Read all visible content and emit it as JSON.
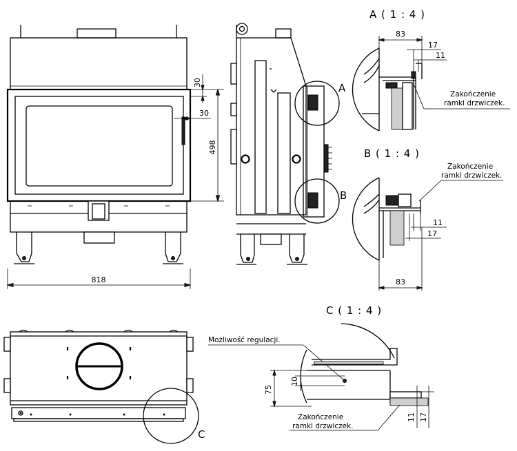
{
  "front_view": {
    "dim_width": "818",
    "dim_height": "498",
    "dim_frame_top": "30",
    "dim_frame_side": "30"
  },
  "side_view": {
    "callout_a": "A",
    "callout_b": "B"
  },
  "detail_a": {
    "title": "A ( 1 : 4 )",
    "dim_83": "83",
    "dim_17": "17",
    "dim_11": "11",
    "note_line1": "Zakończenie",
    "note_line2": "ramki drzwiczek."
  },
  "detail_b": {
    "title": "B ( 1 : 4 )",
    "note_line1": "Zakończenie",
    "note_line2": "ramki drzwiczek.",
    "dim_11": "11",
    "dim_17": "17",
    "dim_83": "83"
  },
  "top_view": {
    "callout_c": "C"
  },
  "detail_c": {
    "title": "C ( 1 : 4 )",
    "note_adjust": "Możliwość regulacji.",
    "dim_75": "75",
    "dim_10": "10",
    "dim_11": "11",
    "dim_17": "17",
    "note_line1": "Zakończenie",
    "note_line2": "ramki drzwiczek."
  }
}
